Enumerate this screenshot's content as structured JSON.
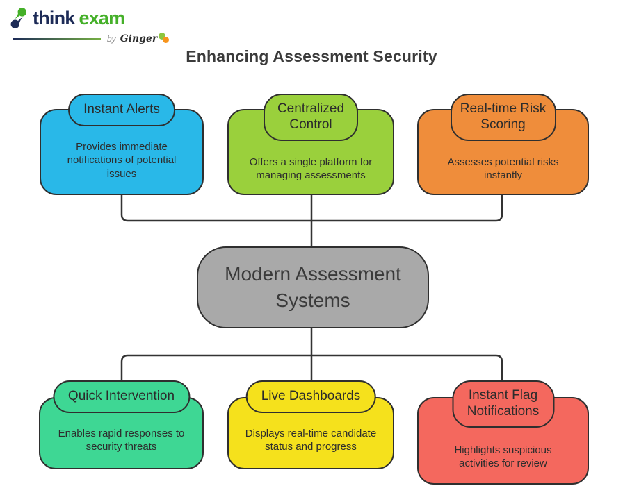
{
  "logo": {
    "brand_primary": "think",
    "brand_secondary": "exam",
    "byline_prefix": "by",
    "byline_name": "Ginger",
    "colors": {
      "brand_navy": "#1d2b57",
      "brand_green": "#45b029",
      "dot_green": "#8dc63f",
      "dot_orange": "#f7941d"
    }
  },
  "title": "Enhancing Assessment Security",
  "diagram": {
    "connector_color": "#333333",
    "center_node": {
      "label": "Modern Assessment Systems",
      "fill": "#a9a9a9"
    },
    "top_nodes": [
      {
        "label": "Instant Alerts",
        "description": "Provides immediate notifications of potential issues",
        "fill": "#29b8e8"
      },
      {
        "label": "Centralized Control",
        "description": "Offers a single platform for managing assessments",
        "fill": "#9ad03c"
      },
      {
        "label": "Real-time Risk Scoring",
        "description": "Assesses potential risks instantly",
        "fill": "#ef8d3b"
      }
    ],
    "bottom_nodes": [
      {
        "label": "Quick Intervention",
        "description": "Enables rapid responses to security threats",
        "fill": "#3ed794"
      },
      {
        "label": "Live Dashboards",
        "description": "Displays real-time candidate status and progress",
        "fill": "#f5e11c"
      },
      {
        "label": "Instant Flag Notifications",
        "description": "Highlights suspicious activities for review",
        "fill": "#f4685e"
      }
    ]
  }
}
